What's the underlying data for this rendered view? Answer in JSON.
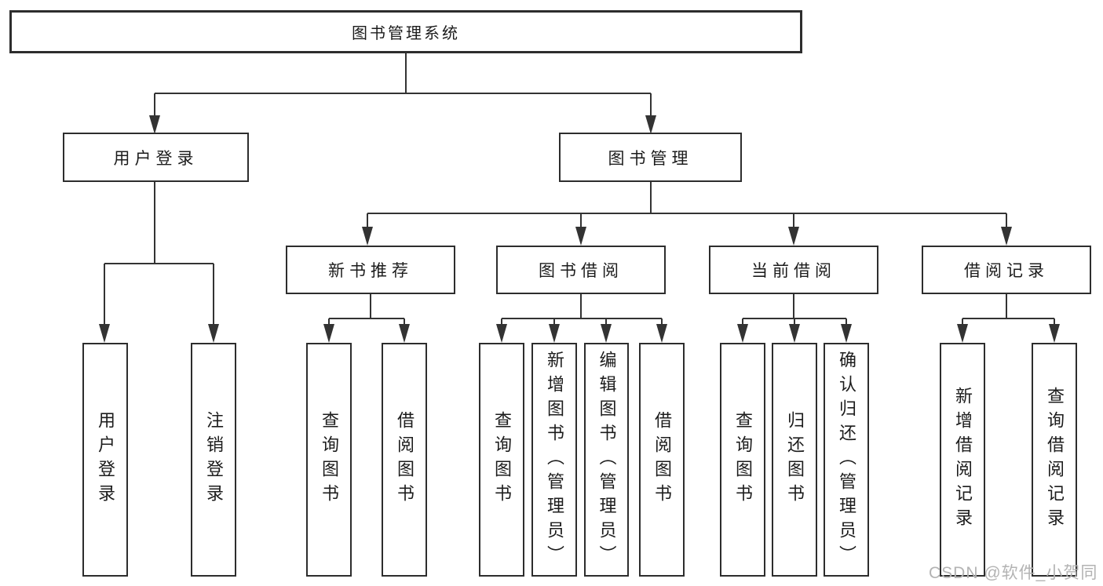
{
  "diagram": {
    "root": {
      "label": "图书管理系统"
    },
    "level2": [
      {
        "label": "用户登录"
      },
      {
        "label": "图书管理"
      }
    ],
    "level3": [
      {
        "label": "新书推荐"
      },
      {
        "label": "图书借阅"
      },
      {
        "label": "当前借阅"
      },
      {
        "label": "借阅记录"
      }
    ],
    "leaves": [
      {
        "label": "用户登录"
      },
      {
        "label": "注销登录"
      },
      {
        "label": "查询图书"
      },
      {
        "label": "借阅图书"
      },
      {
        "label": "查询图书"
      },
      {
        "label": "新增图书（管理员）"
      },
      {
        "label": "编辑图书（管理员）"
      },
      {
        "label": "借阅图书"
      },
      {
        "label": "查询图书"
      },
      {
        "label": "归还图书"
      },
      {
        "label": "确认归还（管理员）"
      },
      {
        "label": "新增借阅记录"
      },
      {
        "label": "查询借阅记录"
      }
    ],
    "watermark": "CSDN @软件_小贺同学",
    "colors": {
      "line": "#333333",
      "box_border": "#2d2d2d",
      "text": "#1c1c1c",
      "watermark": "#b3b3b3",
      "background": "#ffffff"
    }
  }
}
